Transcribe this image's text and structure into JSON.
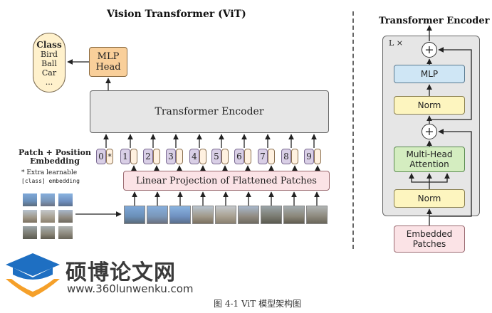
{
  "vit": {
    "title": "Vision Transformer (ViT)",
    "class_box": {
      "heading": "Class",
      "items": [
        "Bird",
        "Ball",
        "Car",
        "..."
      ]
    },
    "mlp_head": {
      "line1": "MLP",
      "line2": "Head"
    },
    "transformer_encoder_label": "Transformer Encoder",
    "linear_projection_label": "Linear Projection of Flattened Patches",
    "patch_position_label_line1": "Patch + Position",
    "patch_position_label_line2": "Embedding",
    "extra_note_line1": "* Extra learnable",
    "extra_note_line2": "[class] embedding",
    "position_indices": [
      "0",
      "1",
      "2",
      "3",
      "4",
      "5",
      "6",
      "7",
      "8",
      "9"
    ],
    "class_token_marker": "*"
  },
  "encoder": {
    "title": "Transformer Encoder",
    "repeat_label": "L ×",
    "plus_symbol": "+",
    "mlp_label": "MLP",
    "norm_label": "Norm",
    "mha_line1": "Multi-Head",
    "mha_line2": "Attention",
    "embedded_line1": "Embedded",
    "embedded_line2": "Patches"
  },
  "watermark": {
    "brand_cn": "硕博论文网",
    "url": "www.360lunwenku.com"
  },
  "caption": "图 4-1 ViT 模型架构图",
  "colors": {
    "mlp_head": "#f9cf9a",
    "encoder_gray": "#e6e6e6",
    "linear_proj": "#fbe3e6",
    "pos_purple": "#d9cfe6",
    "mlp_blue": "#cfe6f5",
    "norm_yellow": "#fdf5bf",
    "mha_green": "#d4edc0",
    "embedded_pink": "#fbe3e6",
    "class_box": "#fff1cc",
    "logo_orange": "#f5a02a",
    "logo_blue": "#1e6fc2"
  }
}
